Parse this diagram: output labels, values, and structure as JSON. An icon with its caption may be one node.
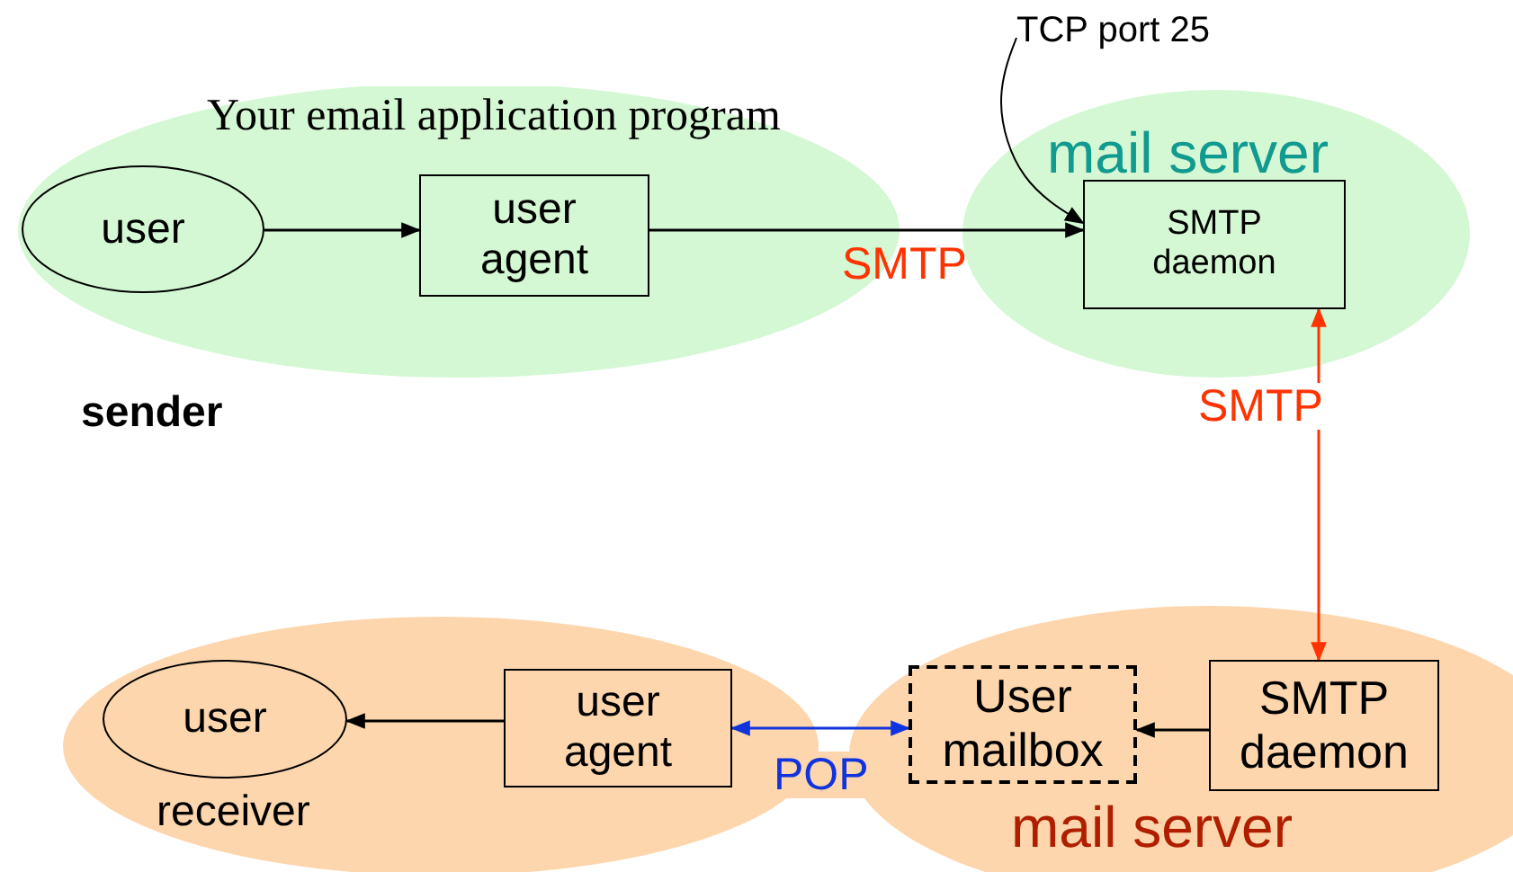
{
  "diagram": {
    "nodes": [
      {
        "text": [
          "TCP port 25"
        ]
      },
      {
        "text": [
          "Your email application program"
        ]
      },
      {
        "text": [
          "user"
        ],
        "in": 1,
        "beside": [
          "sender"
        ]
      },
      {
        "text": [
          "user agent"
        ],
        "in": 1
      },
      {
        "text": [
          "mail server"
        ]
      },
      {
        "text": [
          "SMTP daemon"
        ],
        "in": 4
      },
      {
        "text": [],
        "shape": "ellipse"
      },
      {
        "text": [
          "user"
        ],
        "in": 6,
        "beside": [
          "receiver"
        ]
      },
      {
        "text": [
          "user agent"
        ],
        "in": 6
      },
      {
        "text": [
          "mail server"
        ]
      },
      {
        "text": [
          "User mailbox"
        ],
        "in": 9
      },
      {
        "text": [
          "SMTP daemon"
        ],
        "in": 9
      }
    ],
    "edges": [
      {
        "from": 0,
        "to": 5,
        "arrow": "to"
      },
      {
        "from": 2,
        "to": 3,
        "arrow": "to"
      },
      {
        "from": 3,
        "to": 5,
        "arrow": "to",
        "label": "SMTP"
      },
      {
        "from": 5,
        "to": 11,
        "arrow": "both",
        "label": "SMTP",
        "color": "#ff3300"
      },
      {
        "from": 11,
        "to": 10,
        "arrow": "to"
      },
      {
        "from": 8,
        "to": 10,
        "arrow": "both",
        "label": "POP",
        "color": "#1133dd"
      },
      {
        "from": 8,
        "to": 7,
        "arrow": "to"
      }
    ]
  }
}
